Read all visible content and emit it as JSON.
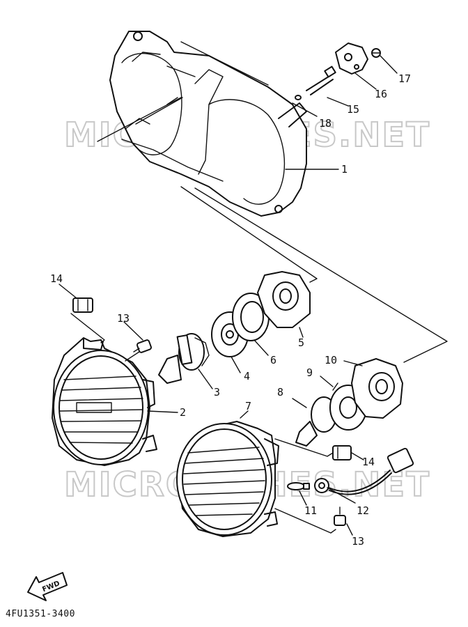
{
  "diagram": {
    "drawing_code": "4FU1351-3400",
    "watermark": "MICROFICHES.NET",
    "fwd_label": "FWD",
    "callouts": {
      "p1": "1",
      "p2": "2",
      "p3": "3",
      "p4": "4",
      "p5": "5",
      "p6": "6",
      "p7": "7",
      "p8": "8",
      "p9": "9",
      "p10": "10",
      "p11": "11",
      "p12": "12",
      "p13a": "13",
      "p13b": "13",
      "p14a": "14",
      "p14b": "14",
      "p15": "15",
      "p16": "16",
      "p17": "17",
      "p18": "18"
    }
  }
}
